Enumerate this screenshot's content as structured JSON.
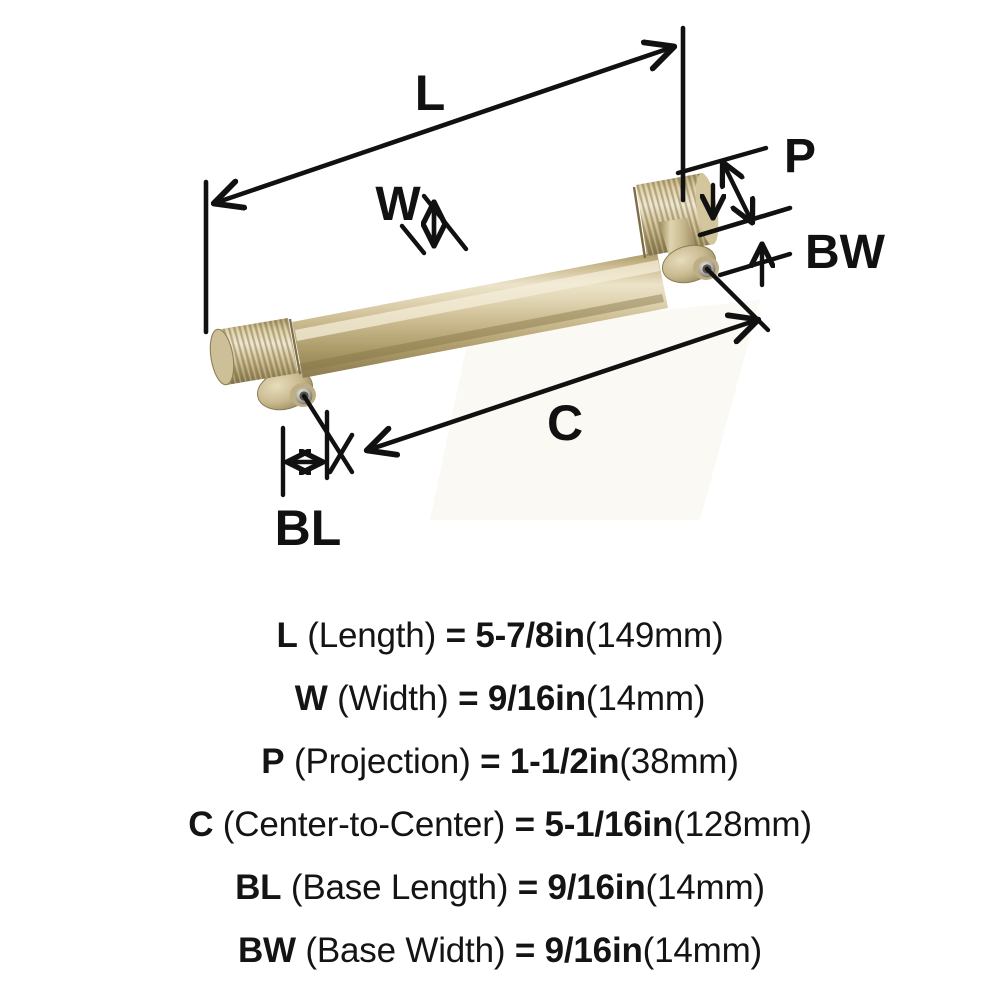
{
  "diagram": {
    "product": "cabinet-bar-pull",
    "finish_name": "champagne-bronze",
    "colors": {
      "metal_light": "#ece3c9",
      "metal_mid": "#cfc096",
      "metal_dark": "#9b8a5c",
      "metal_shadow": "#7d6e45",
      "line": "#111111",
      "background": "#ffffff"
    },
    "callouts": [
      {
        "id": "L",
        "label": "L",
        "kind": "double-arrow-diagonal"
      },
      {
        "id": "W",
        "label": "W",
        "kind": "double-arrow-vertical"
      },
      {
        "id": "P",
        "label": "P",
        "kind": "double-arrow-diagonal"
      },
      {
        "id": "BW",
        "label": "BW",
        "kind": "arrow-up"
      },
      {
        "id": "C",
        "label": "C",
        "kind": "double-arrow-diagonal"
      },
      {
        "id": "BL",
        "label": "BL",
        "kind": "double-arrow-horizontal"
      }
    ]
  },
  "specs": [
    {
      "code": "L",
      "name": "(Length)",
      "equals": "=",
      "imperial": "5-7/8in",
      "metric": "(149mm)"
    },
    {
      "code": "W",
      "name": "(Width)",
      "equals": "=",
      "imperial": "9/16in",
      "metric": "(14mm)"
    },
    {
      "code": "P",
      "name": "(Projection)",
      "equals": "=",
      "imperial": "1-1/2in",
      "metric": "(38mm)"
    },
    {
      "code": "C",
      "name": "(Center-to-Center)",
      "equals": "=",
      "imperial": "5-1/16in",
      "metric": "(128mm)"
    },
    {
      "code": "BL",
      "name": "(Base Length)",
      "equals": "=",
      "imperial": "9/16in",
      "metric": "(14mm)"
    },
    {
      "code": "BW",
      "name": "(Base Width)",
      "equals": "=",
      "imperial": "9/16in",
      "metric": "(14mm)"
    }
  ]
}
